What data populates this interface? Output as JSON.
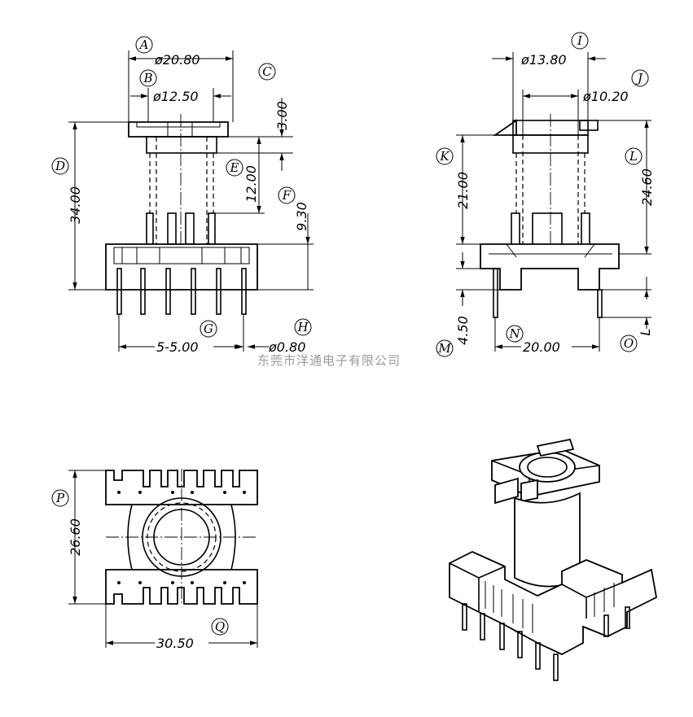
{
  "watermark": "东莞市洋通电子有限公司",
  "front_view": {
    "dims": {
      "A": "ø20.80",
      "B": "ø12.50",
      "C": "3.00",
      "D": "34.00",
      "E": "12.00",
      "F": "9.30",
      "G": "5-5.00",
      "H": "ø0.80"
    }
  },
  "side_view": {
    "dims": {
      "I": "ø13.80",
      "J": "ø10.20",
      "K": "21.00",
      "L": "24.60",
      "M": "4.50",
      "N": "20.00",
      "O": "L"
    }
  },
  "bottom_view": {
    "dims": {
      "P": "26.60",
      "Q": "30.50"
    }
  }
}
